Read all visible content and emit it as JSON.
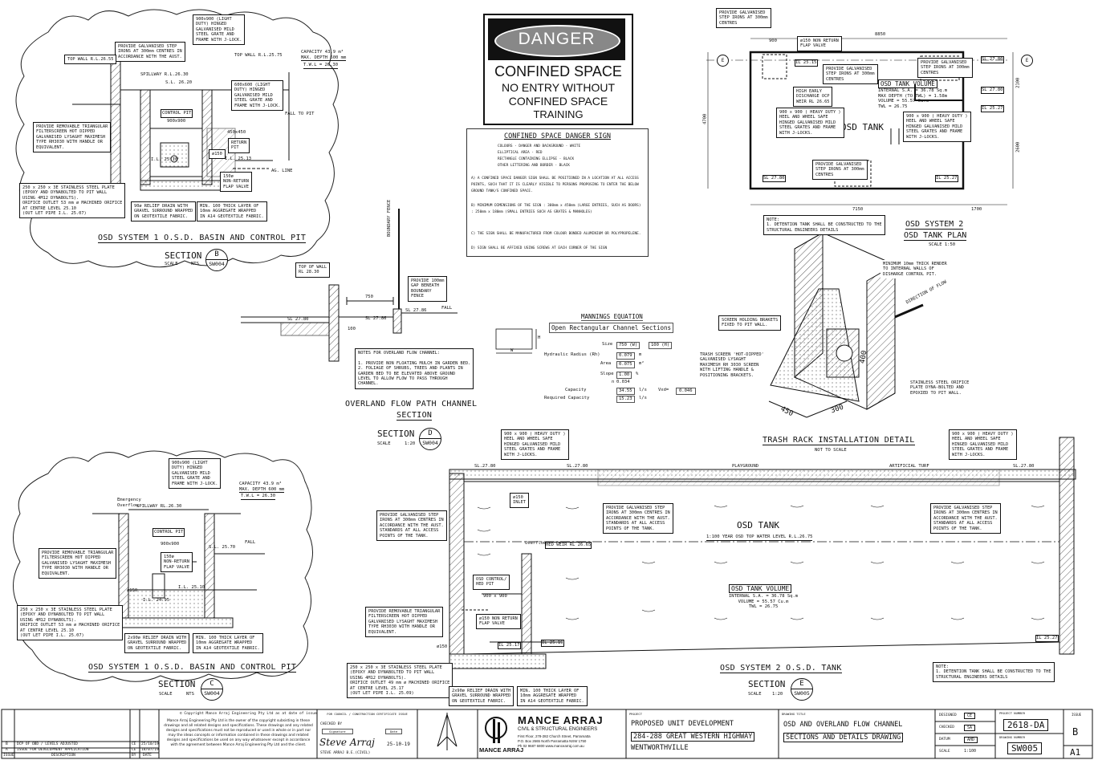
{
  "danger_sign": {
    "header": "DANGER",
    "line1": "CONFINED SPACE",
    "line2": "NO ENTRY WITHOUT",
    "line3": "CONFINED SPACE",
    "line4": "TRAINING",
    "spec_title": "CONFINED SPACE DANGER SIGN",
    "spec_colours": "COLOURS - DANGER AND BACKGROUND        - WHITE\n          ELLIPTICAL AREA                 - RED\n          RECTANGLE CONTAINING ELLIPSE  - BLACK\n          OTHER LETTERING AND BORDER     - BLACK",
    "spec_a": "A) A CONFINED SPACE DANGER SIGN SHALL BE POSITIONED IN A LOCATION AT ALL ACCESS POINTS, SUCH THAT IT IS CLEARLY VISIBLE TO PERSONS PROPOSING TO ENTER THE BELOW GROUND TANK/S CONFINED SPACE.",
    "spec_b": "B) MINIMUM DIMENSIONS OF THE SIGN : 300mm x 450mm (LARGE ENTRIES, SUCH AS DOORS)\n                                  : 250mm x 180mm (SMALL ENTRIES SUCH AS GRATES & MANHOLES)",
    "spec_c": "C) THE SIGN SHALL BE MANUFACTURED FROM COLOUR BONDED ALUMINIUM OR POLYPROPELENE.",
    "spec_d": "D) SIGN SHALL BE AFFIXED USING SCREWS AT EACH CORNER OF THE SIGN"
  },
  "osd1_top": {
    "title": "OSD SYSTEM 1 O.S.D. BASIN AND CONTROL PIT",
    "section_word": "SECTION",
    "section_letter": "B",
    "section_sheet": "SW004",
    "scale_label": "SCALE",
    "scale_value": "NTS",
    "notes": {
      "grate": "900x900 (LIGHT\nDUTY) HINGED\nGALVANISED MILD\nSTEEL GRATE AND\nFRAME WITH J-LOCK.",
      "step_irons": "PROVIDE GALVANISED STEP\nIRONS AT 300mm CENTRES IN\nACCORDANCE WITH THE AUST.",
      "top_wall_left": "TOP WALL R.L.26.55",
      "top_wall_right": "TOP WALL R.L.25.75",
      "capacity": "CAPACITY 43.9 m³\nMAX. DEPTH 600 mm",
      "twl": "T.W.L = 26.30",
      "spillway": "SPILLWAY R.L.26.30",
      "sl": "S.L. 26.20",
      "grate2": "600x600 (LIGHT\nDUTY) HINGED\nGALVANISED MILD\nSTEEL GRATE AND\nFRAME WITH J-LOCK.",
      "fall_to_pit": "FALL TO PIT",
      "control_pit": "CONTROL PIT",
      "pit_size": "900x900",
      "return_size": "450x450",
      "return_pit": "RETURN\nPIT",
      "filterscreen": "PROVIDE REMOVABLE TRIANGULAR\nFILTERSCREEN HOT DIPPED\nGALVANISED LYSAGHT MAXIMESH\nTYPE RH3030 WITH HANDLE OR\nEQUIVALENT.",
      "pipe": "ø150",
      "il_return": "I.L. 25.13",
      "il_pit": "I.L. 25.10",
      "ag_line": "AG. LINE",
      "flap": "150ø\nNON-RETURN\nFLAP VALVE",
      "plate": "250 x 250 x 3E STAINLESS STEEL PLATE\n(EPOXY AND DYNABOLTED TO PIT WALL\nUSING 4M12 DYNABOLTS).\nORIFICE OUTLET 53 mm ø MACHINED ORIFICE\nAT CENTRE LEVEL 25.10\n(OUT LET PIPE I.L. 25.07)",
      "relief": "90ø RELIEF DRAIN WITH\nGRAVEL SURROUND WRAPPED\nON GEOTEXTILE FABRIC.",
      "aggregate": "MIN. 100 THICK LAYER OF\n10mm AGGREGATE WRAPPED\nIN A14 GEOTEXTILE FABRIC."
    }
  },
  "osd1_bottom": {
    "title": "OSD SYSTEM 1 O.S.D. BASIN AND CONTROL PIT",
    "section_word": "SECTION",
    "section_letter": "C",
    "section_sheet": "SW004",
    "scale_label": "SCALE",
    "scale_value": "NTS",
    "notes": {
      "grate": "900x900 (LIGHT\nDUTY) HINGED\nGALVANISED MILD\nSTEEL GRATE AND\nFRAME WITH J-LOCK.",
      "emergency": "Emergency\nOverflow",
      "spillway": "SPILLWAY RL.26.30",
      "capacity": "CAPACITY 43.9 m³\nMAX. DEPTH 600 mm",
      "twl": "T.W.L = 26.30",
      "control_pit": "CONTROL PIT",
      "pit_size": "900x900",
      "sl": "S.L. 25.70",
      "fall": "FALL",
      "filterscreen": "PROVIDE REMOVABLE TRIANGULAR\nFILTERSCREEN HOT DIPPED\nGALVANISED LYSAGHT MAXIMESH\nTYPE RH3030 WITH HANDLE OR\nEQUIVALENT.",
      "flap": "150ø\nNON-RETURN\nFLAP VALVE",
      "pipe": "ø150",
      "il": "I.L. 25.10",
      "il2": "I.L. 24.95",
      "plate": "250 x 250 x 3E STAINLESS STEEL PLATE\n(EPOXY AND DYNABOLTED TO PIT WALL\nUSING 4M12 DYNABOLTS).\nORIFICE OUTLET 53 mm ø MACHINED ORIFICE\nAT CENTRE LEVEL 25.10\n(OUT LET PIPE I.L. 25.07)",
      "relief": "2x90ø RELIEF DRAIN WITH\nGRAVEL SURROUND WRAPPED\nON GEOTEXTILE FABRIC.",
      "aggregate": "MIN. 100 THICK LAYER OF\n10mm AGGREGATE WRAPPED\nIN A14 GEOTEXTILE FABRIC."
    }
  },
  "overland": {
    "title": "OVERLAND FLOW PATH CHANNEL",
    "subtitle": "SECTION",
    "section_word": "SECTION",
    "section_letter": "D",
    "section_sheet": "SW004",
    "scale_label": "SCALE",
    "scale_value": "1:20",
    "boundary": "BOUNDARY FENCE",
    "top_wall": "TOP OF WALL\nRL 28.30",
    "gap": "PROVIDE 100mm\nGAP BENEATH\nBOUNDARY\nFENCE",
    "dim_750": "750",
    "dim_100": "100",
    "sl_left": "SL 27.80",
    "sl_mid": "SL 27.86",
    "sl_right": "SL 27.86",
    "fall": "FALL",
    "notes": "NOTES FOR OVERLAND FLOW CHANNEL:\n\n1. PROVIDE NON FLOATING MULCH IN GARDEN BED.\n2. FOLIAGE OF SHRUBS, TREES AND PLANTS IN\nGARDEN BED TO BE ELEVATED ABOVE GROUND\nLEVEL TO ALLOW FLOW TO PASS THROUGH\nCHANNEL."
  },
  "mannings": {
    "title": "MANNINGS EQUATION",
    "subtitle": "Open Rectangular Channel Sections",
    "w": "W",
    "h": "H",
    "rows": [
      {
        "label": "Size",
        "a": "750 (W)",
        "b": "100 (H)"
      },
      {
        "label": "Hydraulic Radius (Rh)",
        "a": "0.079",
        "b": "m"
      },
      {
        "label": "Area",
        "a": "0.075",
        "b": "m²"
      },
      {
        "label": "Slope",
        "a": "1.00",
        "b": "%"
      },
      {
        "label": "n",
        "a": "0.034",
        "b": ""
      },
      {
        "label": "Capacity",
        "a": "34.55",
        "b": "l/s"
      },
      {
        "label": "Required Capacity",
        "a": "15.23",
        "b": "l/s"
      }
    ],
    "vxd_label": "Vxd=",
    "vxd_value": "0.046"
  },
  "osd2_plan": {
    "title1": "OSD SYSTEM 2",
    "title2": "OSD TANK PLAN",
    "scale": "SCALE 1:50",
    "tank_label": "OSD TANK",
    "dim_8850": "8850",
    "dim_900": "900",
    "dim_4700": "4700",
    "dim_2100": "2100",
    "dim_2600": "2600",
    "dim_7150": "7150",
    "dim_1700": "1700",
    "step_top": "PROVIDE GALVANISED\nSTEP IRONS AT 300mm\nCENTRES",
    "flap": "ø150 NON RETURN\nFLAP VALVE",
    "step_mid": "PROVIDE GALVANISED\nSTEP IRONS AT 300mm\nCENTRES",
    "step_right": "PROVIDE GALVANISED\nSTEP IRONS AT 300mm\nCENTRES",
    "high_early": "HIGH EARLY\nDISCHARGE OCP\nWEIR RL 26.65",
    "vol_title": "OSD TANK VOLUME",
    "vol_text": "INTERNAL S.A. = 36.78 Sq.m\nMAX DEPTH (TO TWL) = 1.58m\nVOLUME = 55.57 Cu.m\nTWL = 26.75",
    "grate_left": "900 x 900 ( HEAVY DUTY )\nHEEL AND WHEEL SAFE\nHINGED GALVANISED MILD\nSTEEL GRATES AND FRAME\nWITH J-LOCKS.",
    "grate_right": "900 x 900 ( HEAVY DUTY )\nHEEL AND WHEEL SAFE\nHINGED GALVANISED MILD\nSTEEL GRATES AND FRAME\nWITH J-LOCKS.",
    "step_bottom": "PROVIDE GALVANISED\nSTEP IRONS AT 300mm\nCENTRES",
    "il_a": "IL 25.15",
    "il_b": "SL 27.80",
    "il_c": "SL 27.80",
    "il_d": "IL 25.27",
    "il_e": "SL 27.80",
    "il_f": "IL 25.27",
    "marker": "E",
    "note": "NOTE:\n1. DETENTION TANK SHALL BE CONSTRUCTED TO THE\nSTRUCTURAL ENGINEERS DETAILS"
  },
  "trash_rack": {
    "title": "TRASH RACK INSTALLATION DETAIL",
    "scale": "NOT TO SCALE",
    "render": "MINIMUM 10mm THICK RENDER\nTO INTERNAL WALLS OF\nDISHARGE CONTROL PIT.",
    "brackets": "SCREEN HOLDING BRAKETS\nFIXED TO PIT WALL.",
    "screen": "TRASH SCREEN 'HOT-DIPPED'\nGALVANISED LYSAGHT\nMAXIMESH RH 3030 SCREEN\nWITH LIFTING HANDLE &\nPOSITIONING BRACKETS.",
    "orifice": "STAINLESS STEEL ORIFICE\nPLATE DYNA-BOLTED AND\nEPOXIED TO PIT WALL.",
    "flow": "DIRECTION OF FLOW",
    "dim_450": "450",
    "dim_300": "300",
    "dim_400": "400"
  },
  "osd2_section": {
    "title": "OSD SYSTEM 2 O.S.D. TANK",
    "section_word": "SECTION",
    "section_letter": "E",
    "section_sheet": "SW005",
    "scale_label": "SCALE",
    "scale_value": "1:20",
    "tank_label": "OSD TANK",
    "twl_line": "1:100 YEAR OSD TOP WATER LEVEL R.L.26.75",
    "playground": "PLAYGROUND",
    "turf": "ARTIFICIAL TURF",
    "sl1": "SL.27.80",
    "sl2": "SL.27.80",
    "sl3": "SL.27.80",
    "inlet": "ø150\nINLET",
    "overflow": "Overflow",
    "hed_weir": "HED WEIR  RL 26.65",
    "control": "OSD CONTROL/\nHED PIT",
    "pit_dim": "900 x 900",
    "flap": "ø150 NON RETURN\nFLAP VALVE",
    "pipe": "ø150",
    "il1": "IL 25.17",
    "il2": "IL 25.19",
    "il3": "IL 25.27",
    "grate_left": "900 x 900 ( HEAVY DUTY )\nHEEL AND WHEEL SAFE\nHINGED GALVANISED MILD\nSTEEL GRATES AND FRAME\nWITH J-LOCKS.",
    "grate_right": "900 x 900 ( HEAVY DUTY )\nHEEL AND WHEEL SAFE\nHINGED GALVANISED MILD\nSTEEL GRATES AND FRAME\nWITH J-LOCKS.",
    "step_left": "PROVIDE GALVANISED STEP\nIRONS AT 300mm CENTRES IN\nACCORDANCE WITH THE AUST.\nSTANDARDS AT ALL ACCESS\nPOINTS OF THE TANK.",
    "step_mid": "PROVIDE GALVANISED STEP\nIRONS AT 300mm CENTRES IN\nACCORDANCE WITH THE AUST.\nSTANDARDS AT ALL ACCESS\nPOINTS OF THE TANK.",
    "step_right": "PROVIDE GALVANISED STEP\nIRONS AT 300mm CENTRES IN\nACCORDANCE WITH THE AUST.\nSTANDARDS AT ALL ACCESS\nPOINTS OF THE TANK.",
    "filterscreen": "PROVIDE REMOVABLE TRIANGULAR\nFILTERSCREEN HOT DIPPED\nGALVANISED LYSAGHT MAXIMESH\nTYPE RH3030 WITH HANDLE OR\nEQUIVALENT.",
    "plate": "250 x 250 x 3E STAINLESS STEEL PLATE\n(EPOXY AND DYNABOLTED TO PIT WALL\nUSING 4M12 DYNABOLTS).\nORIFICE OUTLET 49 mm ø MACHINED ORIFICE\nAT CENTRE LEVEL 25.17\n(OUT LET PIPE I.L. 25.09)",
    "relief": "2x90ø RELIEF DRAIN WITH\nGRAVEL SURROUND WRAPPED\nON GEOTEXTILE FABRIC.",
    "aggregate": "MIN. 100 THICK LAYER OF\n10mm AGGREGATE WRAPPED\nIN A14 GEOTEXTILE FABRIC.",
    "vol_title": "OSD TANK VOLUME",
    "vol_text": "INTERNAL S.A. = 36.78 Sq.m\nVOLUME = 55.57 Cu.m\nTWL = 26.75",
    "note": "NOTE:\n1. DETENTION TANK SHALL BE CONSTRUCTED TO THE\nSTRUCTURAL ENGINEERS DETAILS"
  },
  "title_block": {
    "rev_rows": [
      {
        "issue": "B",
        "desc": "DCP OF OBD / LEVELS ADJUSTED",
        "by": "CE",
        "date": "25/10/19"
      },
      {
        "issue": "A",
        "desc": "ISSUE FOR DEVELOPMENT APPLICATION",
        "by": "CE",
        "date": "18/07/19"
      }
    ],
    "rev_headers": {
      "issue": "ISSUE",
      "desc": "DESCRIPTION",
      "by": "BY",
      "date": "DATE"
    },
    "copyright_title": "© Copyright Mance Arraj Engineering Pty Ltd as at date of issue",
    "copyright_text": "Mance Arraj Engineering Pty Ltd is the owner of the copyright subsisting in these drawings and all related designs and specifications. These drawings and any related designs and specifications must not be reproduced or used in whole or in part nor may the ideas concepts or information contained in these drawings and related designs and specifications be used on any way whatsoever except in accordance with the agreement between Mance Arraj Engineering Pty Ltd and the client.",
    "council": "FOR COUNCIL / CONSTRUCTION CERTIFICATE ISSUE",
    "checked_by": "CHECKED BY",
    "signature_label": "Signature",
    "date_label": "Date",
    "signature": "Steve Arraj",
    "signer": "STEVE ARRAJ   B.E.(CIVIL)",
    "sign_date": "25-10-19",
    "company": "MANCE ARRAJ",
    "company_sub": "CIVIL & STRUCTURAL ENGINEERS",
    "company_addr": "First Floor, 278-282 Church Street, Parramatta\nP.O. Box 2665  North Parramatta NSW 1750\nPh  02 9687 6800  www.mancearraj.com.au",
    "logo_text": "MANCE ARRAJ",
    "project_label": "PROJECT",
    "project1": "PROPOSED UNIT DEVELOPMENT",
    "project2": "284-288 GREAT WESTERN HIGHWAY",
    "project3": "WENTWORTHVILLE",
    "drawing_title_label": "DRAWING TITLE",
    "drawing1": "OSD AND OVERLAND FLOW CHANNEL",
    "drawing2": "SECTIONS AND DETAILS DRAWING",
    "designed_label": "DESIGNED",
    "designed": "CE",
    "checked_label": "CHECKED",
    "checked": "SA",
    "datum_label": "DATUM",
    "datum": "AHD",
    "scale_label": "SCALE",
    "scale": "1:100",
    "project_number_label": "PROJECT NUMBER",
    "project_number": "2618-DA",
    "drawing_number_label": "DRAWING NUMBER",
    "drawing_number": "SW005",
    "issue_label": "ISSUE",
    "issue": "B",
    "sheet": "A1"
  }
}
